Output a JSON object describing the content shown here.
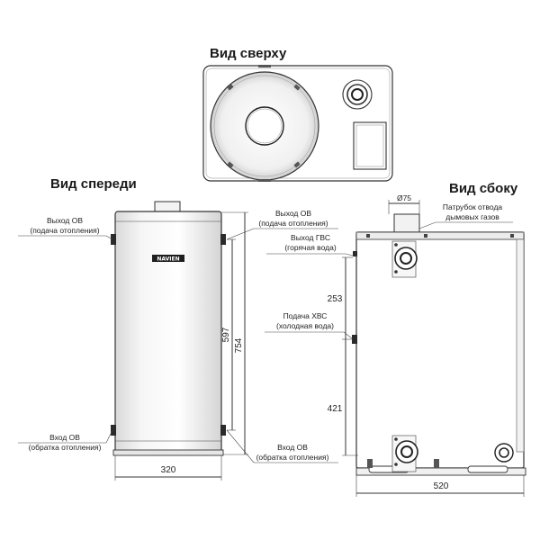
{
  "views": {
    "top": {
      "title": "Вид сверху"
    },
    "front": {
      "title": "Вид спереди",
      "brand": "NAVIEN",
      "outlet_left": {
        "name": "Выход ОВ",
        "desc": "(подача отопления)"
      },
      "inlet_left": {
        "name": "Вход ОВ",
        "desc": "(обратка отопления)"
      },
      "outlet_right": {
        "name": "Выход ОВ",
        "desc": "(подача отопления)"
      },
      "inlet_right": {
        "name": "Вход ОВ",
        "desc": "(обратка отопления)"
      },
      "width": "320",
      "height_inner": "597",
      "height_outer": "754"
    },
    "side": {
      "title": "Вид сбоку",
      "flue_diameter": "Ø75",
      "flue_name": "Патрубок отвода",
      "flue_desc": "дымовых газов",
      "hot_water": {
        "name": "Выход ГВС",
        "desc": "(горячая вода)"
      },
      "cold_water": {
        "name": "Подача ХВС",
        "desc": "(холодная вода)"
      },
      "dim_upper": "253",
      "dim_lower": "421",
      "width": "520"
    }
  },
  "colors": {
    "outline": "#333333",
    "fill_light": "#f4f4f4",
    "fill_mid": "#e2e2e2",
    "fill_dark": "#2b2b2b"
  }
}
